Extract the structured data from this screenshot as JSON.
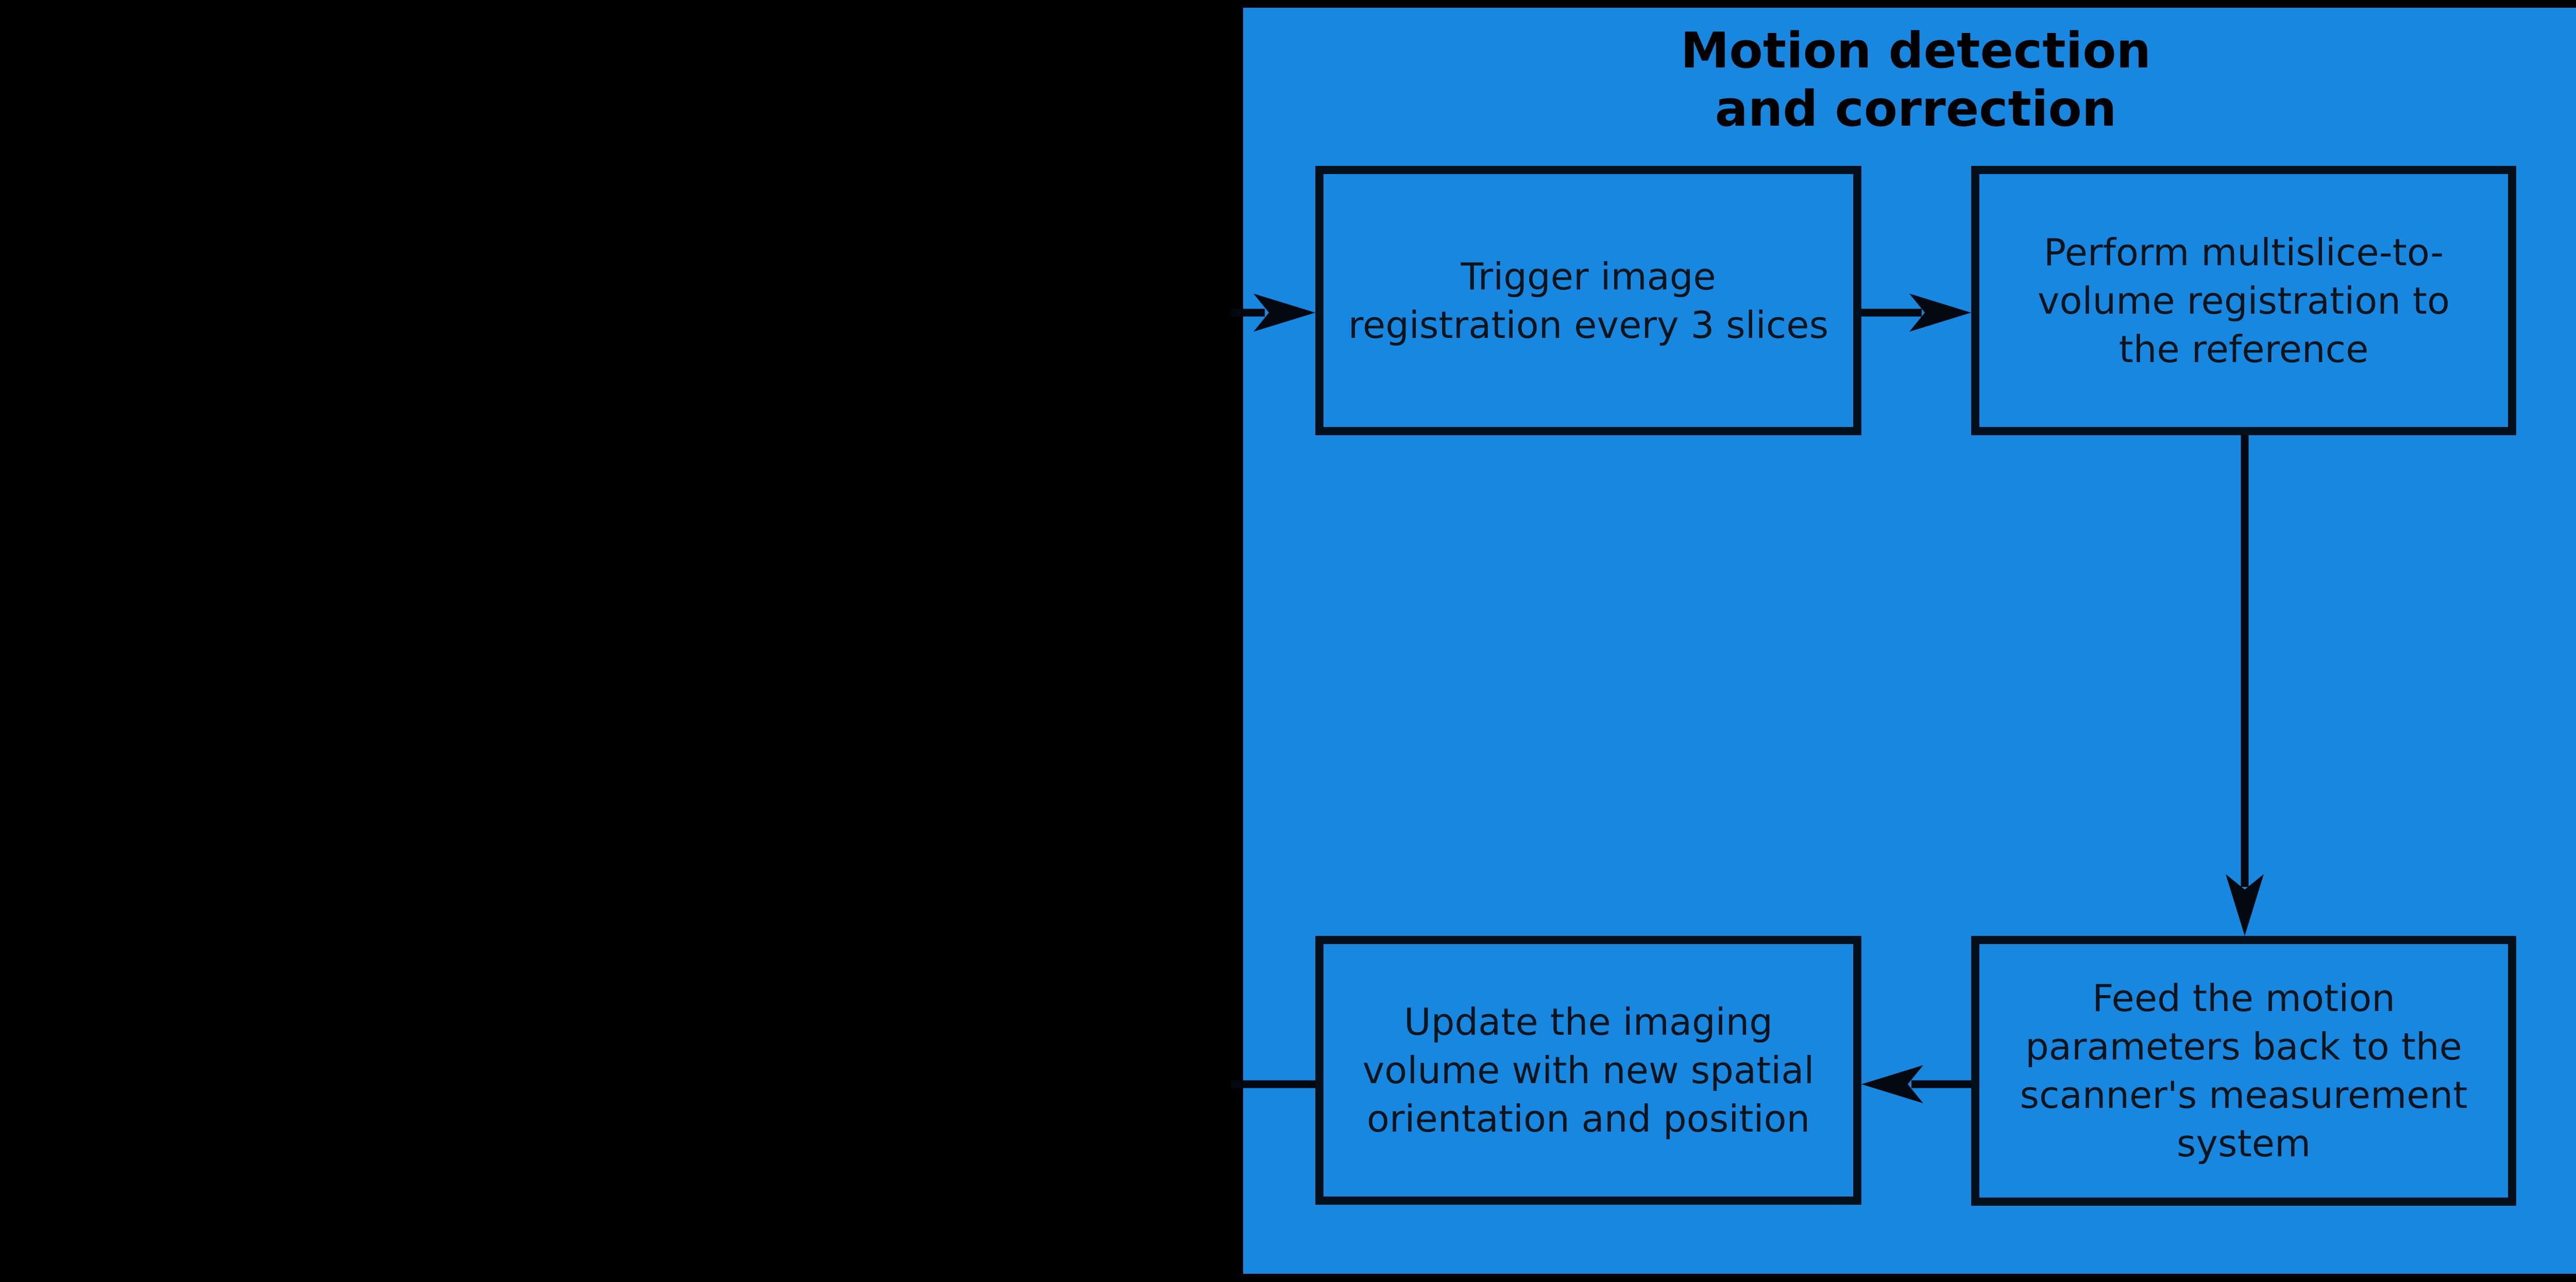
{
  "panel": {
    "title": "Motion detection\nand correction",
    "boxes": [
      {
        "id": "trigger",
        "label": "Trigger image\nregistration every 3 slices"
      },
      {
        "id": "register",
        "label": "Perform multislice-to-\nvolume registration to\nthe reference"
      },
      {
        "id": "update",
        "label": "Update the imaging\nvolume with new spatial\norientation and position"
      },
      {
        "id": "feed",
        "label": "Feed the motion\nparameters back to the\nscanner's measurement\nsystem"
      }
    ]
  },
  "colors": {
    "background": "#000000",
    "panel_blue": "#1787e0",
    "box_border": "#02101b",
    "box_text": "#0a141d",
    "arrow": "#010810",
    "title_text": "#000000"
  }
}
